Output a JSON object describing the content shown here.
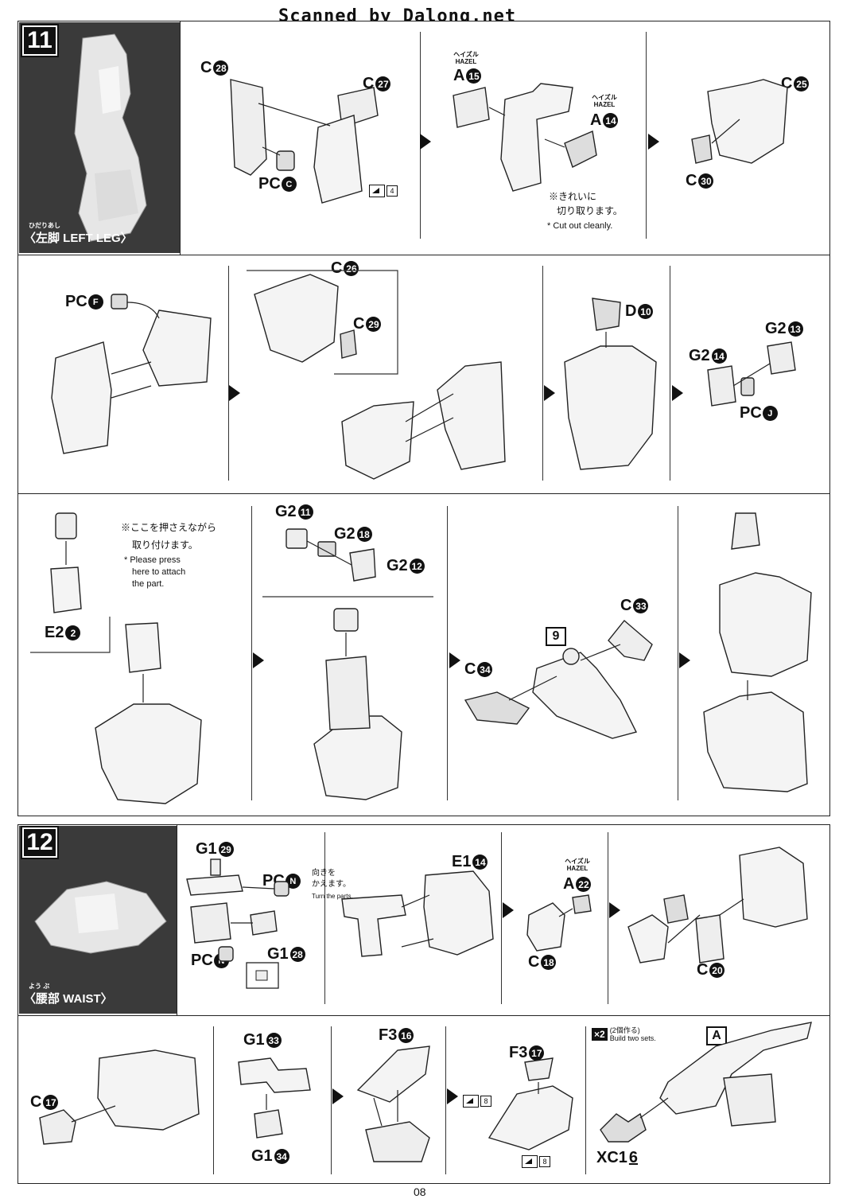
{
  "header": {
    "scan_credit": "Scanned by Dalong.net"
  },
  "footer": {
    "page_number": "08"
  },
  "step11": {
    "number": "11",
    "section_label": "〈左脚 LEFT LEG〉",
    "section_ruby": "ひだりあし",
    "row1": {
      "p1": {
        "c28": "C",
        "c28n": "28",
        "c27": "C",
        "c27n": "27",
        "pcC": "PC",
        "pcCn": "C",
        "knife": "4"
      },
      "p2": {
        "hazel1": "ヘイズル HAZEL",
        "a15": "A",
        "a15n": "15",
        "hazel2": "ヘイズル HAZEL",
        "a14": "A",
        "a14n": "14",
        "note_jp1": "※きれいに",
        "note_jp2": "切り取ります。",
        "note_en": "* Cut out cleanly."
      },
      "p3": {
        "c25": "C",
        "c25n": "25",
        "c30": "C",
        "c30n": "30"
      }
    },
    "row2": {
      "p1": {
        "pcF": "PC",
        "pcFn": "F"
      },
      "p2": {
        "c26": "C",
        "c26n": "26",
        "c29": "C",
        "c29n": "29"
      },
      "p3": {
        "d10": "D",
        "d10n": "10"
      },
      "p4": {
        "g2_14": "G2",
        "g2_14n": "14",
        "g2_13": "G2",
        "g2_13n": "13",
        "pcJ": "PC",
        "pcJn": "J"
      }
    },
    "row3": {
      "p1": {
        "e2": "E2",
        "e2n": "2",
        "note_jp1": "※ここを押さえながら",
        "note_jp2": "取り付けます。",
        "note_en1": "* Please press",
        "note_en2": "here to attach",
        "note_en3": "the part."
      },
      "p2": {
        "g2_11": "G2",
        "g2_11n": "11",
        "g2_18": "G2",
        "g2_18n": "18",
        "g2_12": "G2",
        "g2_12n": "12"
      },
      "p3": {
        "ref9": "9",
        "c33": "C",
        "c33n": "33",
        "c34": "C",
        "c34n": "34"
      }
    }
  },
  "step12": {
    "number": "12",
    "section_label": "〈腰部 WAIST〉",
    "section_ruby": "よう ぶ",
    "row1": {
      "p1": {
        "g1_29": "G1",
        "g1_29n": "29",
        "pcN1": "PC",
        "pcN1n": "N",
        "pcN2": "PC",
        "pcN2n": "N",
        "g1_28": "G1",
        "g1_28n": "28",
        "note_jp1": "向きを",
        "note_jp2": "かえます。",
        "note_en": "Turn the parts."
      },
      "p2": {
        "e1_14": "E1",
        "e1_14n": "14"
      },
      "p3": {
        "hazel": "ヘイズル HAZEL",
        "a22": "A",
        "a22n": "22",
        "c18": "C",
        "c18n": "18"
      },
      "p4": {
        "c20": "C",
        "c20n": "20"
      }
    },
    "row2": {
      "p1": {
        "c17": "C",
        "c17n": "17"
      },
      "p2": {
        "g1_33": "G1",
        "g1_33n": "33",
        "g1_34": "G1",
        "g1_34n": "34"
      },
      "p3": {
        "f3_16": "F3",
        "f3_16n": "16"
      },
      "p4": {
        "f3_17": "F3",
        "f3_17n": "17",
        "knife1": "8",
        "knife2": "8"
      },
      "p5": {
        "x2": "×2",
        "x2_jp": "(2個作る)",
        "x2_en": "Build two sets.",
        "refA": "A",
        "xc1": "XC1",
        "xc1n": "6"
      }
    }
  }
}
